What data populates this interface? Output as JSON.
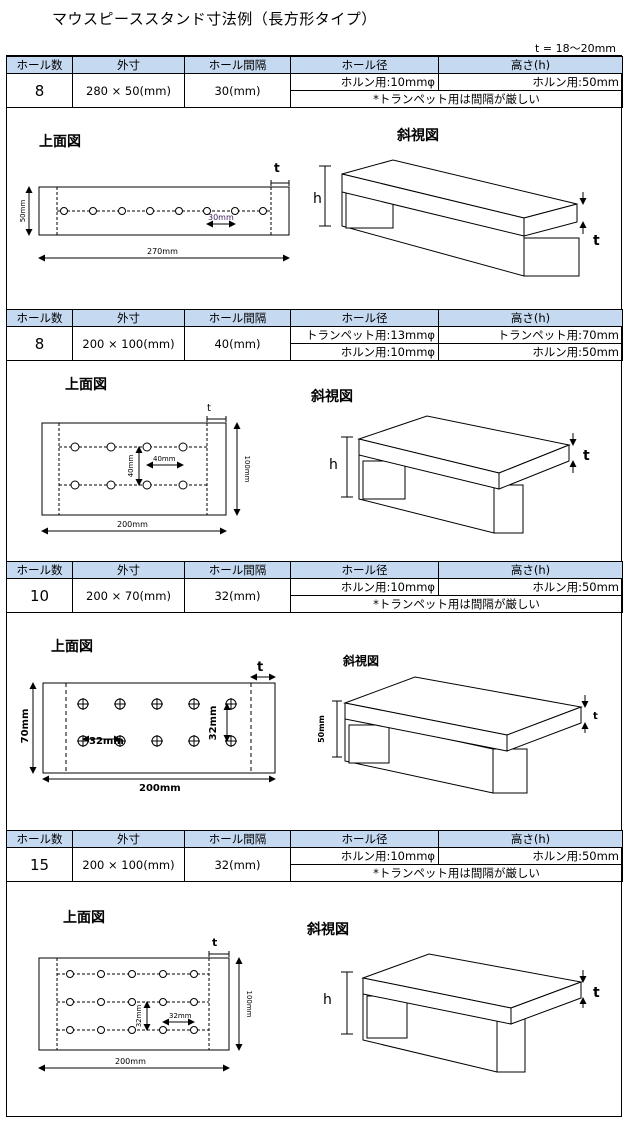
{
  "page": {
    "title": "マウスピーススタンド寸法例（長方形タイプ）",
    "t_note": "t = 18〜20mm"
  },
  "table_headers": {
    "hole_count": "ホール数",
    "outer_size": "外寸",
    "hole_spacing": "ホール間隔",
    "hole_diameter": "ホール径",
    "height": "高さ(h)"
  },
  "labels": {
    "top_view": "上面図",
    "perspective": "斜視図",
    "t": "t",
    "h": "h"
  },
  "sections": [
    {
      "hole_count": "8",
      "outer_size": "280 × 50(mm)",
      "hole_spacing": "30(mm)",
      "diam1": "ホルン用:10mmφ",
      "height1": "ホルン用:50mm",
      "note": "*トランペット用は間隔が厳しい",
      "dims": {
        "width": "270mm",
        "depth": "50mm",
        "spacing": "30mm"
      }
    },
    {
      "hole_count": "8",
      "outer_size": "200 × 100(mm)",
      "hole_spacing": "40(mm)",
      "diam1": "トランペット用:13mmφ",
      "height1": "トランペット用:70mm",
      "diam2": "ホルン用:10mmφ",
      "height2": "ホルン用:50mm",
      "dims": {
        "width": "200mm",
        "depth": "100mm",
        "spacing_h": "40mm",
        "spacing_v": "40mm"
      }
    },
    {
      "hole_count": "10",
      "outer_size": "200 × 70(mm)",
      "hole_spacing": "32(mm)",
      "diam1": "ホルン用:10mmφ",
      "height1": "ホルン用:50mm",
      "note": "*トランペット用は間隔が厳しい",
      "dims": {
        "width": "200mm",
        "depth": "70mm",
        "spacing_h": "32mm",
        "spacing_v": "32mm",
        "height": "50mm"
      }
    },
    {
      "hole_count": "15",
      "outer_size": "200 × 100(mm)",
      "hole_spacing": "32(mm)",
      "diam1": "ホルン用:10mmφ",
      "height1": "ホルン用:50mm",
      "note": "*トランペット用は間隔が厳しい",
      "dims": {
        "width": "200mm",
        "depth": "100mm",
        "spacing_h": "32mm",
        "spacing_v": "32mm"
      }
    }
  ]
}
